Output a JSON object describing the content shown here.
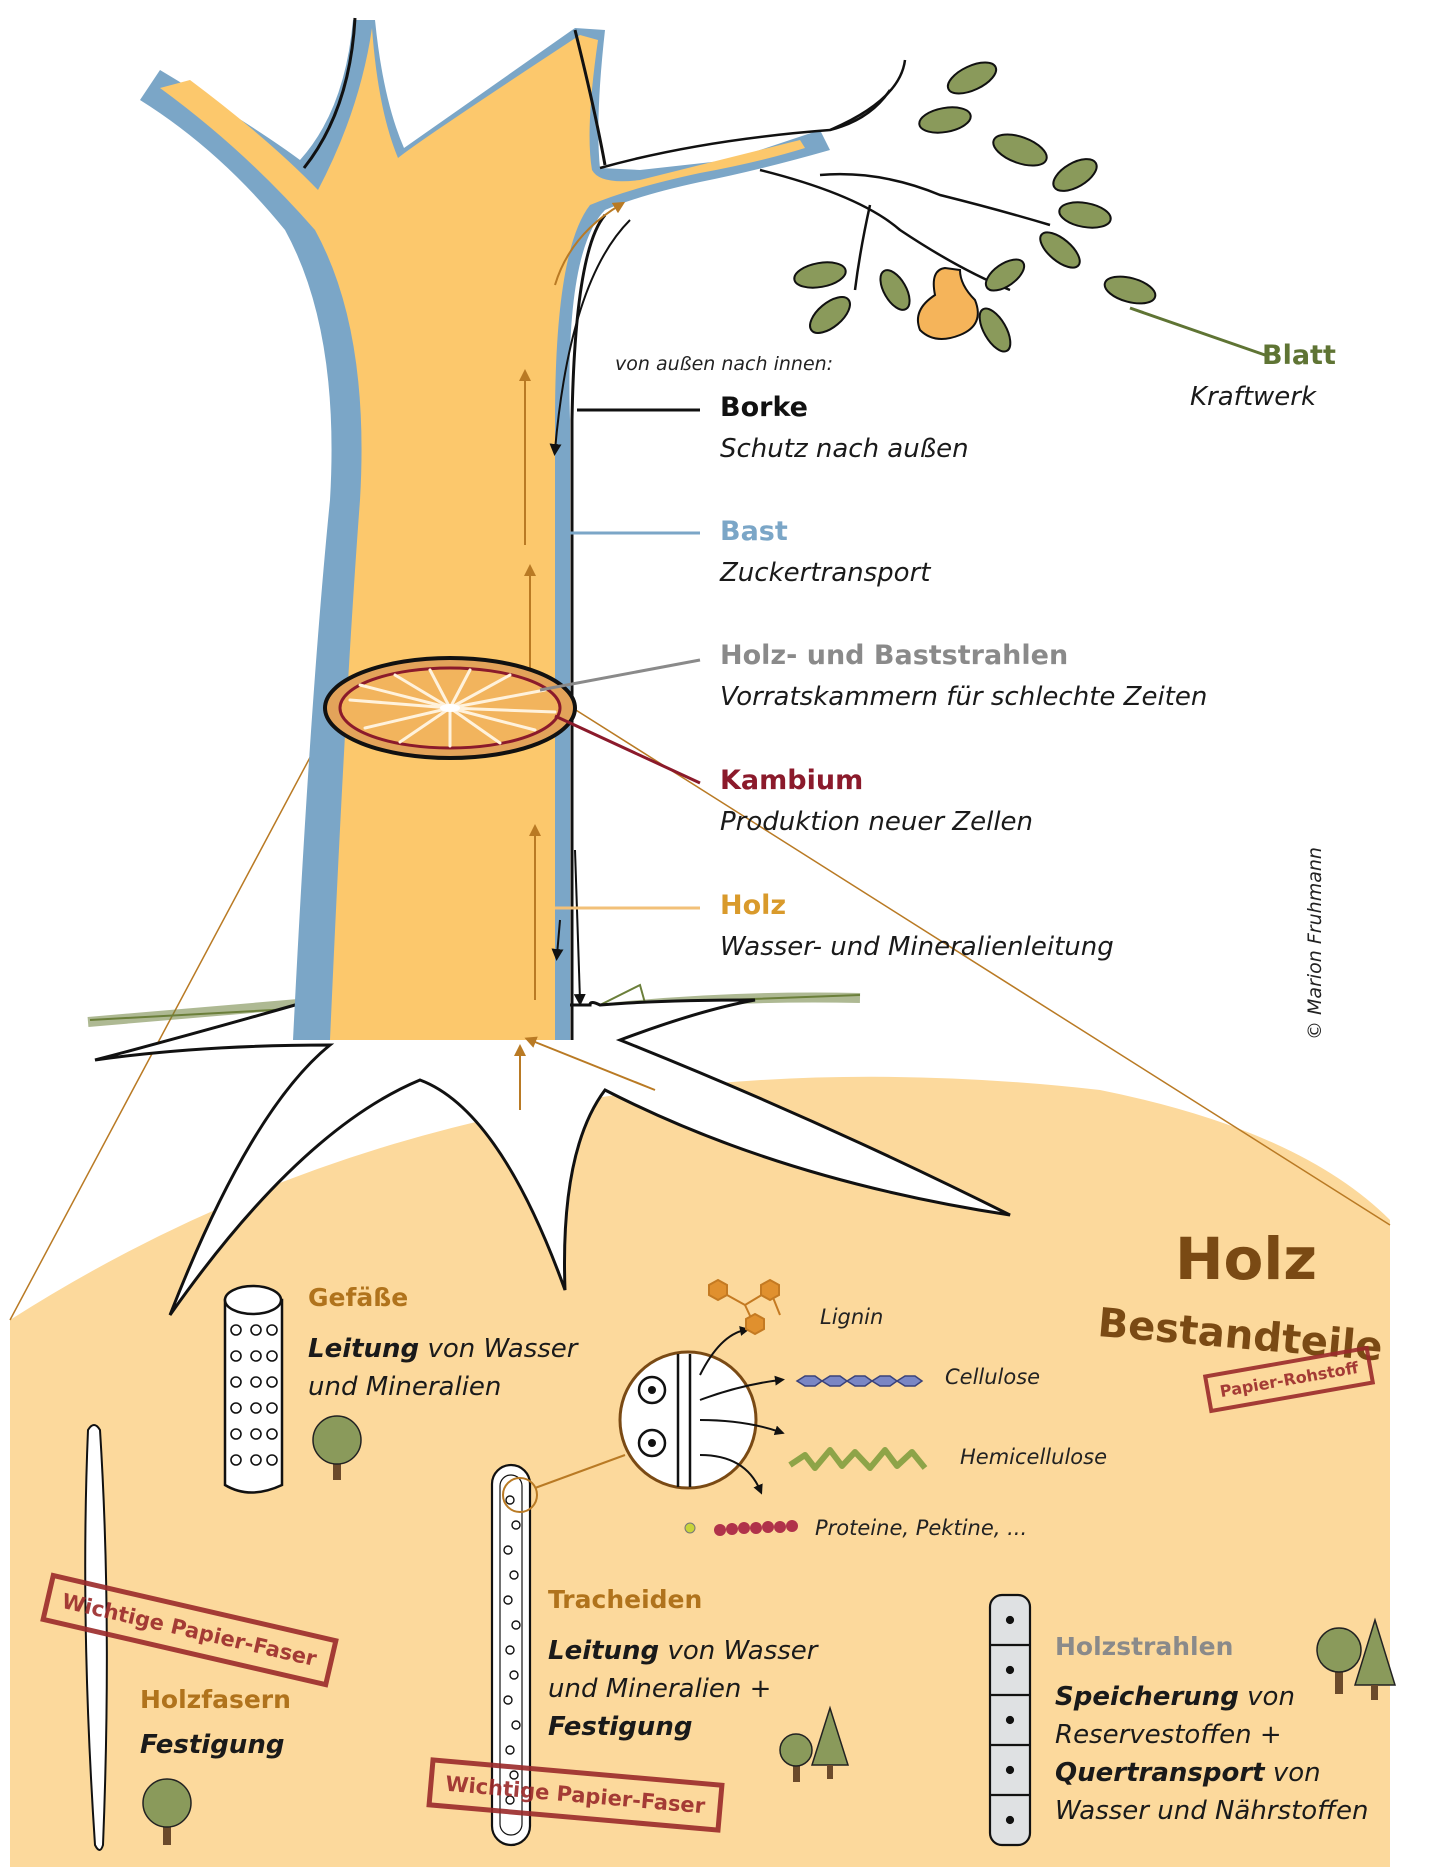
{
  "intro": "von außen nach innen:",
  "labels": [
    {
      "key": "borke",
      "title": "Borke",
      "desc": "Schutz nach außen",
      "color": "#111111"
    },
    {
      "key": "bast",
      "title": "Bast",
      "desc": "Zuckertransport",
      "color": "#7ba6c7"
    },
    {
      "key": "strahlen",
      "title": "Holz- und Baststrahlen",
      "desc": "Vorratskammern für schlechte Zeiten",
      "color": "#8a8a8a"
    },
    {
      "key": "kambium",
      "title": "Kambium",
      "desc": "Produktion neuer Zellen",
      "color": "#8b1a2b"
    },
    {
      "key": "holz",
      "title": "Holz",
      "desc": "Wasser- und Mineralienleitung",
      "color": "#d99a2b"
    }
  ],
  "blatt": {
    "title": "Blatt",
    "desc": "Kraftwerk",
    "color": "#5f7434"
  },
  "copyright": "© Marion Fruhmann",
  "section": {
    "title1": "Holz",
    "title2": "Bestandteile",
    "stamp": "Papier-Rohstoff"
  },
  "chemicals": {
    "lignin": "Lignin",
    "cellulose": "Cellulose",
    "hemicellulose": "Hemicellulose",
    "proteine": "Proteine, Pektine, ..."
  },
  "cells": {
    "gefaesse": {
      "title": "Gefäße",
      "desc_bold": "Leitung",
      "desc_rest1": " von Wasser",
      "desc_line2": "und Mineralien"
    },
    "tracheiden": {
      "title": "Tracheiden",
      "desc_bold": "Leitung",
      "desc_rest1": " von Wasser",
      "desc_line2": "und Mineralien +",
      "desc_line3": "Festigung"
    },
    "holzfasern": {
      "title": "Holzfasern",
      "desc": "Festigung"
    },
    "holzstrahlen": {
      "title": "Holzstrahlen",
      "l1_bold": "Speicherung",
      "l1_rest": " von",
      "l2": "Reservestoffen +",
      "l3_bold": "Quertransport",
      "l3_rest": " von",
      "l4": "Wasser und Nährstoffen"
    }
  },
  "stamps": {
    "faser": "Wichtige Papier-Faser"
  },
  "colors": {
    "wood": "#fcc86c",
    "bast": "#7ba6c7",
    "bottom_bg": "#fcd99c",
    "accent": "#b0731c",
    "stamp": "#9b2a2a",
    "leaf": "#8a9a5b",
    "grass": "#6b7f3a"
  }
}
